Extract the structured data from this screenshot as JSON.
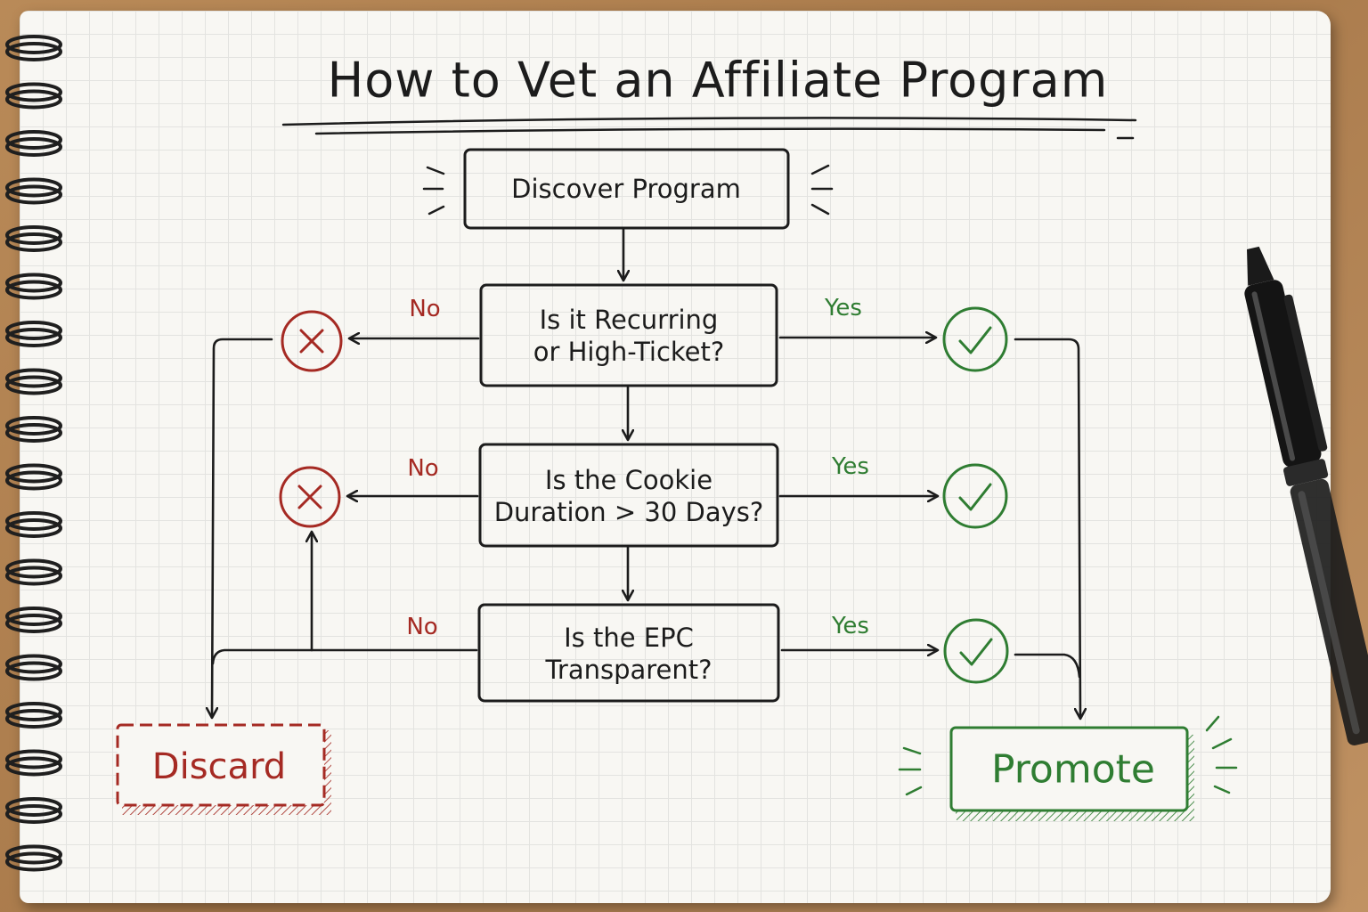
{
  "title": "How to Vet an Affiliate Program",
  "nodes": {
    "discover": "Discover Program",
    "q1_line1": "Is it Recurring",
    "q1_line2": "or High-Ticket?",
    "q2_line1": "Is the Cookie",
    "q2_line2": "Duration > 30 Days?",
    "q3_line1": "Is the EPC",
    "q3_line2": "Transparent?",
    "discard": "Discard",
    "promote": "Promote"
  },
  "edges": {
    "q1_no": "No",
    "q1_yes": "Yes",
    "q2_no": "No",
    "q2_yes": "Yes",
    "q3_no": "No",
    "q3_yes": "Yes"
  },
  "colors": {
    "ink": "#1c1c1c",
    "reject": "#a52a23",
    "accept": "#2f7d32"
  },
  "icons": {
    "reject": "x-circle-icon",
    "accept": "check-circle-icon"
  }
}
